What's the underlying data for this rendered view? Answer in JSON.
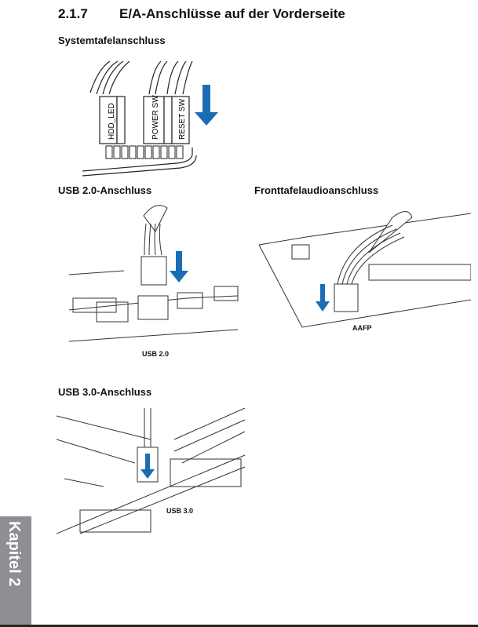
{
  "section": {
    "number": "2.1.7",
    "title": "E/A-Anschlüsse auf der Vorderseite"
  },
  "system_panel": {
    "heading": "Systemtafelanschluss",
    "labels": [
      "HDD_LED",
      "POWER SW",
      "RESET SW"
    ]
  },
  "usb2": {
    "heading": "USB 2.0-Anschluss",
    "caption": "USB 2.0"
  },
  "audio": {
    "heading": "Fronttafelaudioanschluss",
    "caption": "AAFP"
  },
  "usb3": {
    "heading": "USB 3.0-Anschluss",
    "caption": "USB 3.0"
  },
  "side_tab": {
    "label": "Kapitel 2"
  },
  "colors": {
    "arrow": "#1a6db5",
    "tab": "#8e8e93"
  }
}
